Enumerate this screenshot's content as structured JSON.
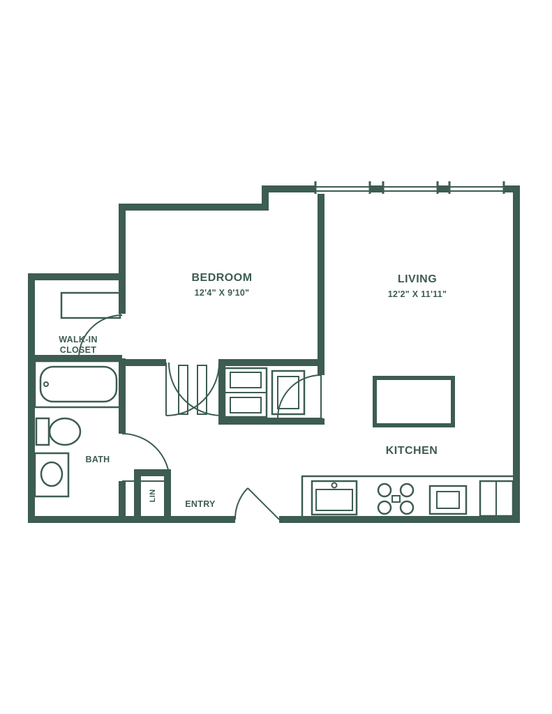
{
  "plan": {
    "colors": {
      "line": "#3d5c52",
      "background": "#ffffff"
    },
    "rooms": {
      "bedroom": {
        "label": "BEDROOM",
        "dims": "12'4\" X 9'10\""
      },
      "living": {
        "label": "LIVING",
        "dims": "12'2\" X 11'11\""
      },
      "kitchen": {
        "label": "KITCHEN"
      },
      "bath": {
        "label": "BATH"
      },
      "walk_in_closet": {
        "label_line1": "WALK-IN",
        "label_line2": "CLOSET"
      },
      "linen_closet": {
        "label": "LIN"
      },
      "entry": {
        "label": "ENTRY"
      }
    }
  }
}
